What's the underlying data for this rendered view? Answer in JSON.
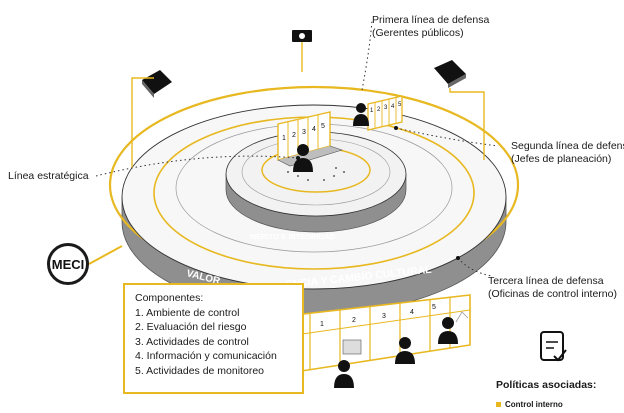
{
  "title_labels": {
    "first_line": [
      "Primera línea de defensa",
      "(Gerentes públicos)"
    ],
    "second_line": [
      "Segunda línea de defensa",
      "(Jefes de planeación)"
    ],
    "third_line": [
      "Tercera línea de defensa",
      "(Oficinas de control interno)"
    ],
    "strategic_line": "Línea estratégica"
  },
  "meci_label": "MECI",
  "ring_texts": {
    "merit": "MÉRITO E INTEGRIDAD",
    "values_left": "VALOR",
    "values_right": "ENCIA Y CAMBIO CULTURAL"
  },
  "inner_panels": [
    "1",
    "2",
    "3",
    "4",
    "5"
  ],
  "outer_panels": [
    "1",
    "2",
    "3",
    "4",
    "5"
  ],
  "components": {
    "heading": "Componentes:",
    "items": [
      "1. Ambiente de control",
      "2. Evaluación del riesgo",
      "3. Actividades de control",
      "4. Información y comunicación",
      "5. Actividades de monitoreo"
    ]
  },
  "policies": {
    "title": "Políticas asociadas:",
    "items": [
      "Control interno"
    ]
  },
  "icons": [
    "camera-icon",
    "document-check-icon",
    "person-icon"
  ],
  "colors": {
    "accent_yellow": "#e8b820",
    "ring_gray": "#8f8f8f",
    "dark": "#1a1a1a",
    "floor": "#f7f7f7"
  }
}
